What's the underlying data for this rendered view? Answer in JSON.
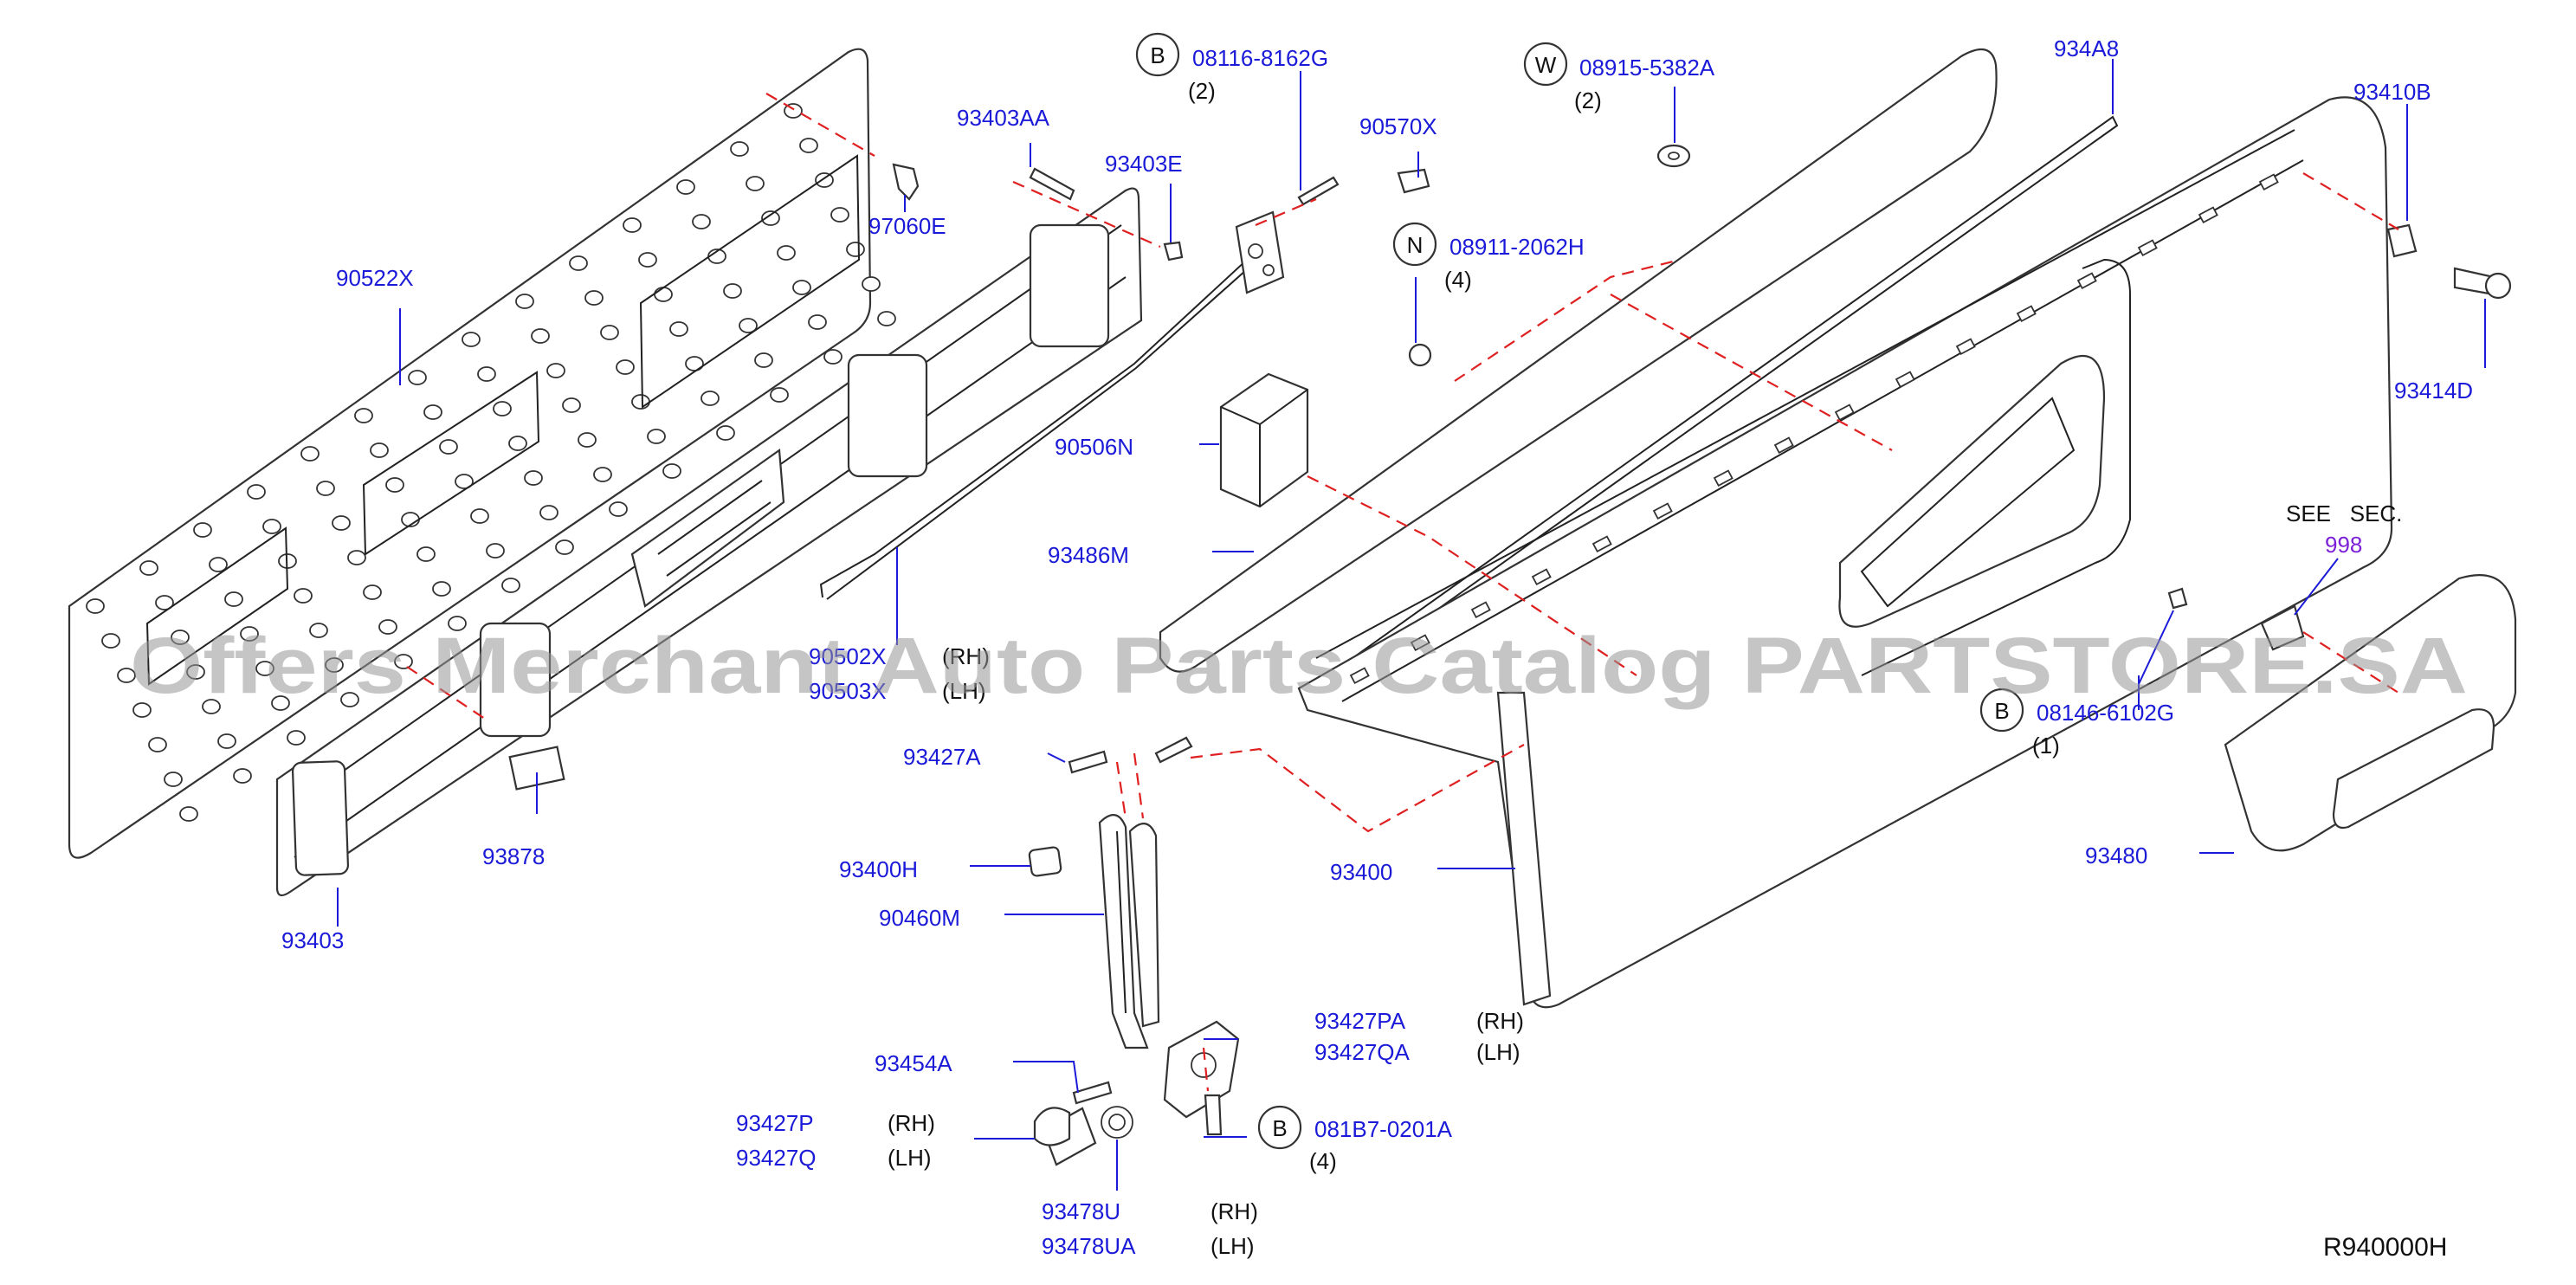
{
  "diagram_code": "R940000H",
  "watermark": "Offers Merchant Auto Parts Catalog PARTSTORE.SA",
  "see_sec": {
    "label": "SEE   SEC.",
    "number": "998"
  },
  "callouts": {
    "b1": {
      "letter": "B",
      "part": "08116-8162G",
      "qty": "(2)"
    },
    "w1": {
      "letter": "W",
      "part": "08915-5382A",
      "qty": "(2)"
    },
    "n1": {
      "letter": "N",
      "part": "08911-2062H",
      "qty": "(4)"
    },
    "b2": {
      "letter": "B",
      "part": "08146-6102G",
      "qty": "(1)"
    },
    "b3": {
      "letter": "B",
      "part": "081B7-0201A",
      "qty": "(4)"
    }
  },
  "parts": {
    "p90522X": "90522X",
    "p97060E": "97060E",
    "p93403AA": "93403AA",
    "p93403E": "93403E",
    "p90570X": "90570X",
    "p934A8": "934A8",
    "p93410B": "93410B",
    "p93414D": "93414D",
    "p90506N": "90506N",
    "p93486M": "93486M",
    "p90502X": "90502X",
    "p90503X": "90503X",
    "p93878": "93878",
    "p93403": "93403",
    "p93427A": "93427A",
    "p93400H": "93400H",
    "p90460M": "90460M",
    "p93400": "93400",
    "p93480": "93480",
    "p93427PA": "93427PA",
    "p93427QA": "93427QA",
    "p93454A": "93454A",
    "p93427P": "93427P",
    "p93427Q": "93427Q",
    "p93478U": "93478U",
    "p93478UA": "93478UA"
  },
  "sides": {
    "rh": "(RH)",
    "lh": "(LH)"
  }
}
